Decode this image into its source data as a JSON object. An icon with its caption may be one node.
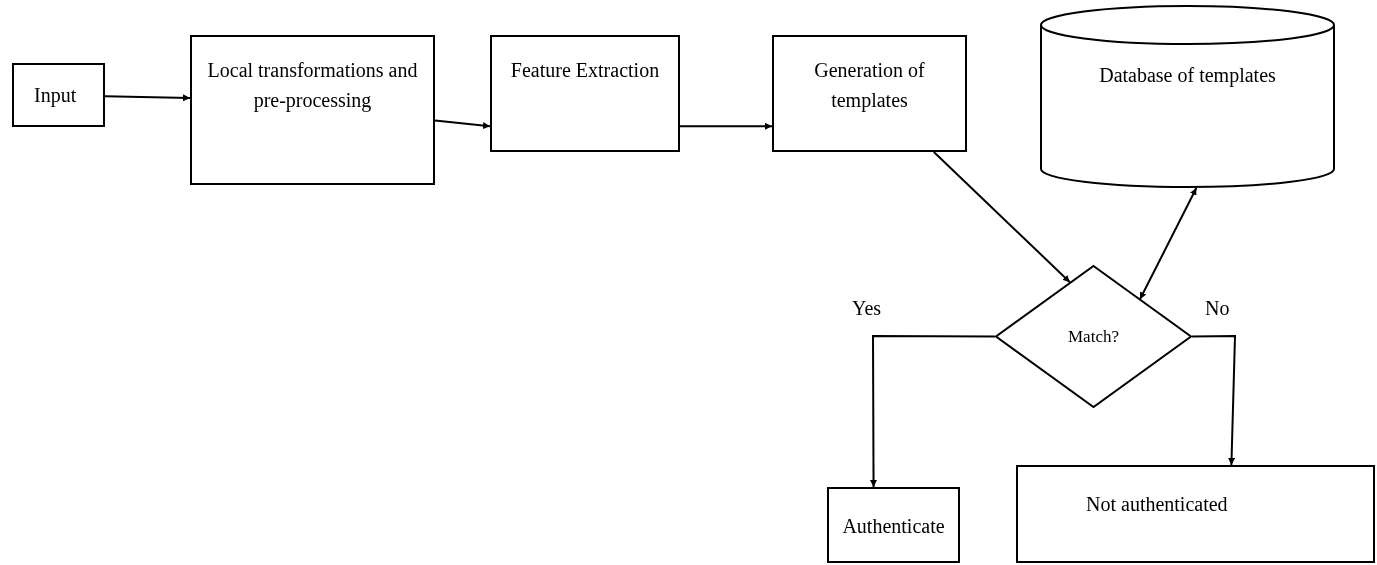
{
  "diagram": {
    "nodes": [
      {
        "text": [
          "Input"
        ]
      },
      {
        "text": [
          "Local transformations and pre-processing"
        ]
      },
      {
        "text": [
          "Feature Extraction"
        ]
      },
      {
        "text": [
          "Generation of templates"
        ]
      },
      {
        "text": [
          "Database of templates"
        ]
      },
      {
        "text": [
          "Match?"
        ]
      },
      {
        "text": [
          "Authenticate"
        ]
      },
      {
        "text": [
          "Not authenticated"
        ]
      }
    ],
    "edges": [
      {
        "from": 0,
        "to": 1,
        "arrow": "to"
      },
      {
        "from": 1,
        "to": 2,
        "arrow": "to"
      },
      {
        "from": 2,
        "to": 3,
        "arrow": "to"
      },
      {
        "from": 3,
        "to": 5,
        "arrow": "to"
      },
      {
        "from": 5,
        "to": 4,
        "arrow": "both"
      },
      {
        "from": 5,
        "to": 6,
        "arrow": "to",
        "label": "Yes"
      },
      {
        "from": 5,
        "to": 7,
        "arrow": "to",
        "label": "No"
      }
    ]
  }
}
